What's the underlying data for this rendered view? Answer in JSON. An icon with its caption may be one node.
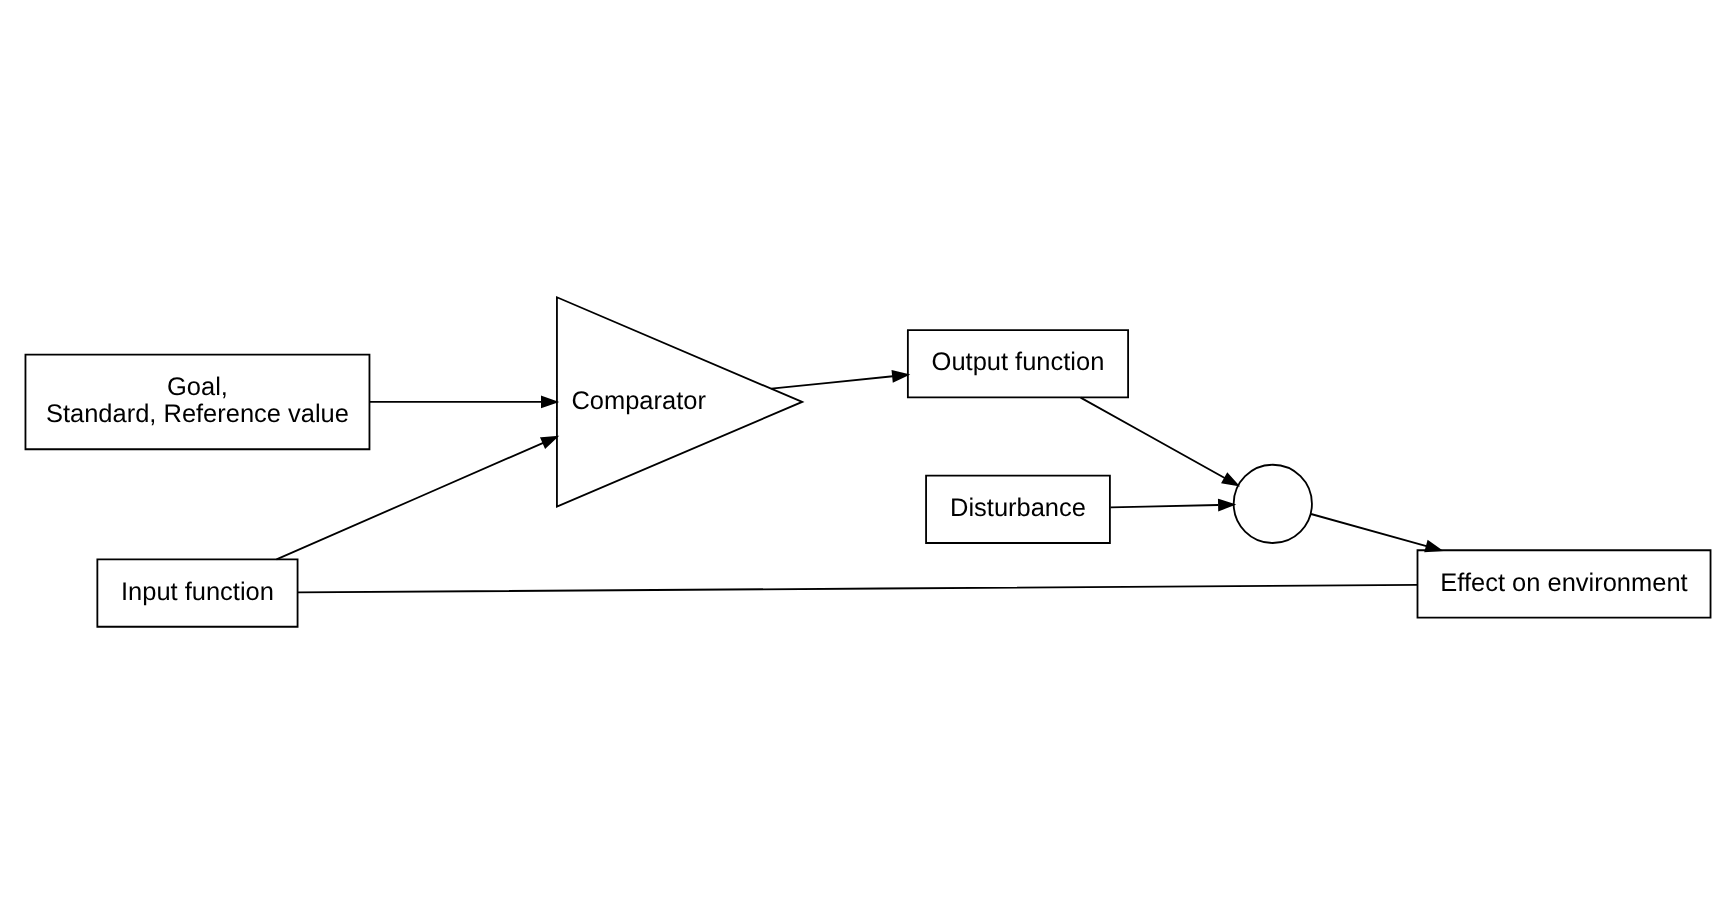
{
  "diagram": {
    "nodes": [
      {
        "text": [
          "Goal,",
          "Standard, Reference value"
        ]
      },
      {
        "text": [
          "Comparator"
        ]
      },
      {
        "text": [
          "Output function"
        ]
      },
      {
        "text": [
          "Input function"
        ]
      },
      {
        "text": [
          "Effect on environment"
        ]
      },
      {
        "text": [],
        "shape": "circle"
      },
      {
        "text": [
          "Disturbance"
        ]
      }
    ],
    "edges": [
      {
        "from": 0,
        "to": 1,
        "arrow": "to"
      },
      {
        "from": 3,
        "to": 1,
        "arrow": "to"
      },
      {
        "from": 1,
        "to": 2,
        "arrow": "to"
      },
      {
        "from": 2,
        "to": 5,
        "arrow": "to"
      },
      {
        "from": 5,
        "to": 4,
        "arrow": "to"
      },
      {
        "from": 4,
        "to": 3,
        "arrow": "none"
      },
      {
        "from": 6,
        "to": 5,
        "arrow": "to"
      }
    ]
  }
}
